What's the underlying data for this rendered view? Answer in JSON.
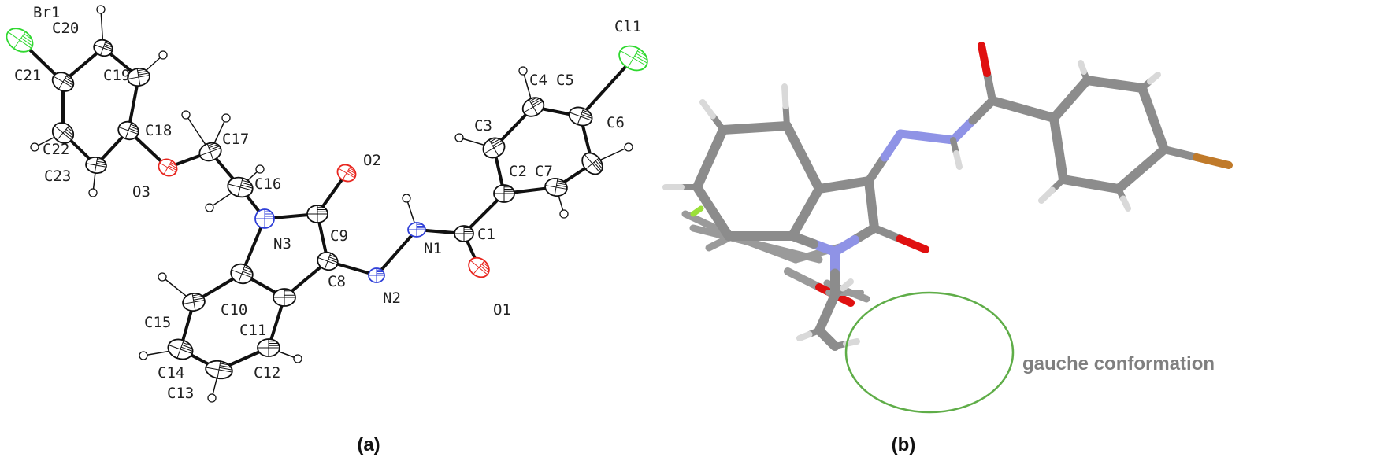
{
  "panel_a": {
    "caption": "(a)",
    "atom_labels": {
      "Br1": "Br1",
      "C20": "C20",
      "C21": "C21",
      "C19": "C19",
      "C18": "C18",
      "C17": "C17",
      "C22": "C22",
      "C23": "C23",
      "O3": "O3",
      "C16": "C16",
      "O2": "O2",
      "N3": "N3",
      "C9": "C9",
      "N1": "N1",
      "C1": "C1",
      "C8": "C8",
      "N2": "N2",
      "O1": "O1",
      "C10": "C10",
      "C11": "C11",
      "C15": "C15",
      "C14": "C14",
      "C13": "C13",
      "C12": "C12",
      "C2": "C2",
      "C3": "C3",
      "C4": "C4",
      "C5": "C5",
      "C6": "C6",
      "C7": "C7",
      "Cl1": "Cl1"
    }
  },
  "panel_b": {
    "caption": "(b)",
    "annotation": "gauche conformation"
  },
  "colors": {
    "carbon": "#ffffff",
    "nitrogen": "#2f3fd8",
    "oxygen": "#e8261f",
    "halogen": "#2fd82f",
    "stick_gray": "#8c8c8c",
    "stick_n": "#8f93e6",
    "stick_o": "#e01010",
    "stick_br": "#c07a2a",
    "stick_f": "#9be03a",
    "circle": "#5fad48"
  }
}
